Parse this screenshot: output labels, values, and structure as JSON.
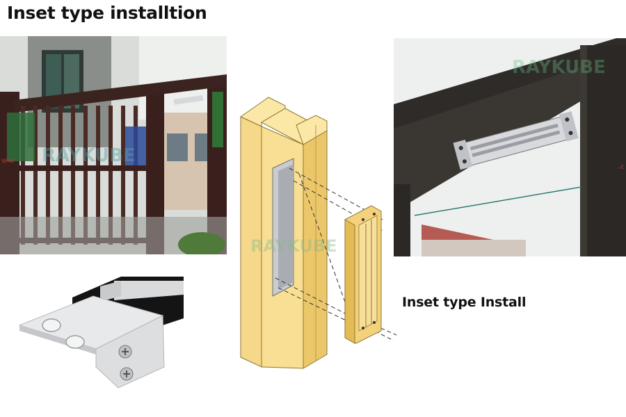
{
  "heading": "Inset type installtion",
  "caption": "Inset type Install",
  "watermark": {
    "brand": "RAYKUBE",
    "gate_brand": "RAYKUBE",
    "gate_suffix": "ww",
    "frame_suffix": ".c"
  },
  "colors": {
    "wood_front": "#f7dc8a",
    "wood_side": "#eac86a",
    "wood_edge": "#a68a3a",
    "slot": "#c8cbcf",
    "magnet_gold": "#f3d27a",
    "frame_dark": "#2e2b28",
    "magnet_silver": "#d7d9dc"
  },
  "icons": {
    "screw": "screw-icon"
  }
}
